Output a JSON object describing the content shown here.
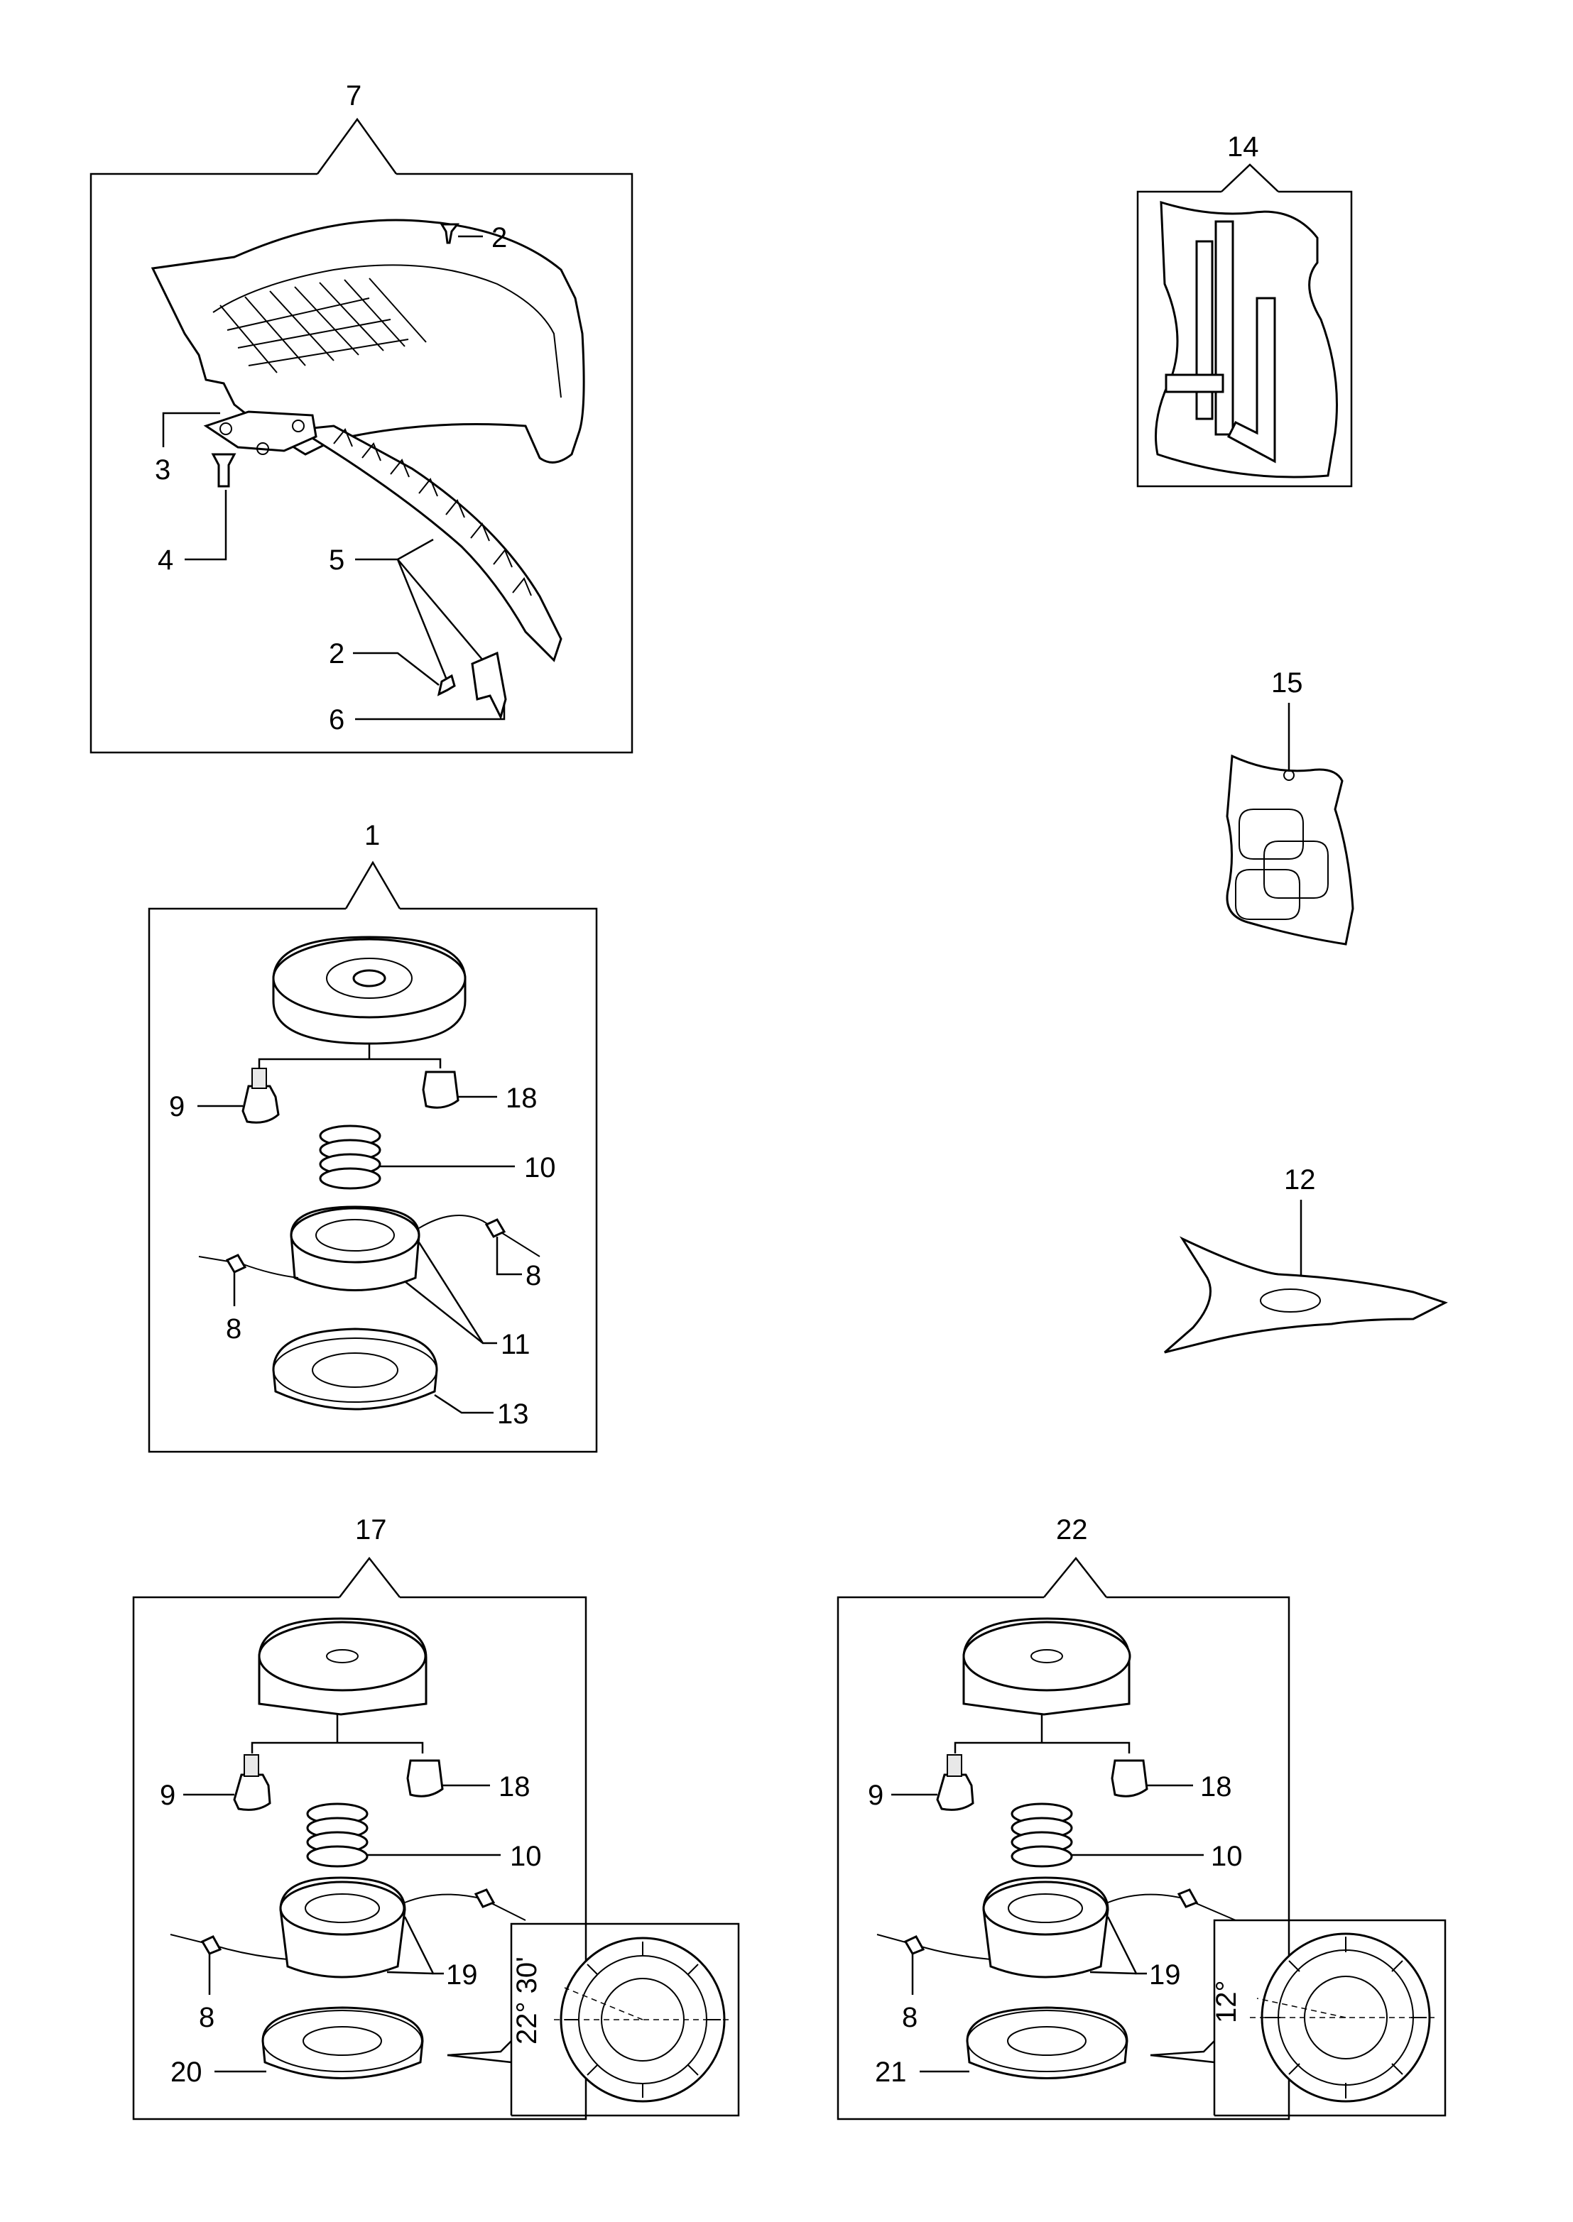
{
  "labels": {
    "g7": "7",
    "g1": "1",
    "g14": "14",
    "g15": "15",
    "g12": "12",
    "g17": "17",
    "g22": "22",
    "s7_2a": "2",
    "s7_3": "3",
    "s7_4": "4",
    "s7_5": "5",
    "s7_2b": "2",
    "s7_6": "6",
    "s1_9": "9",
    "s1_18": "18",
    "s1_10": "10",
    "s1_8a": "8",
    "s1_8b": "8",
    "s1_11": "11",
    "s1_13": "13",
    "s17_9": "9",
    "s17_18": "18",
    "s17_10": "10",
    "s17_19": "19",
    "s17_8": "8",
    "s17_20": "20",
    "s22_9": "9",
    "s22_18": "18",
    "s22_10": "10",
    "s22_19": "19",
    "s22_8": "8",
    "s22_21": "21",
    "angle17": "22° 30'",
    "angle22": "12°"
  }
}
